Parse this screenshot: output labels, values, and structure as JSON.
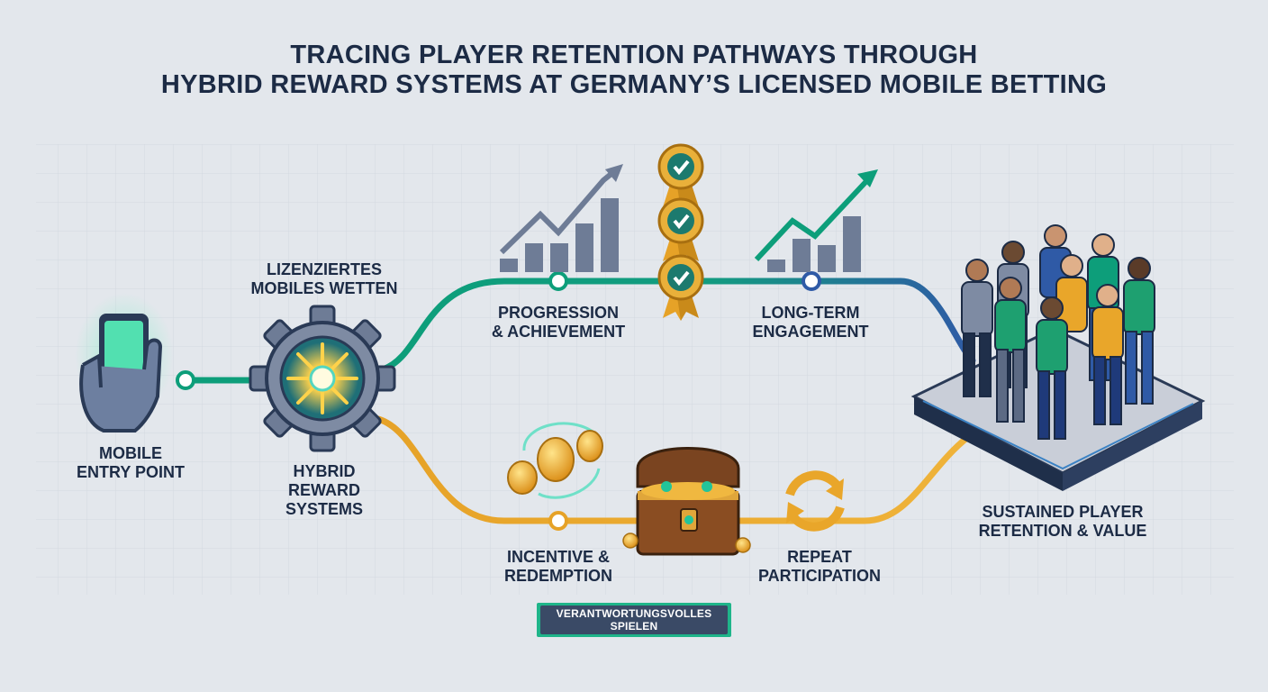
{
  "title": {
    "line1": "TRACING PLAYER RETENTION PATHWAYS THROUGH",
    "line2": "HYBRID REWARD SYSTEMS AT GERMANY’S LICENSED MOBILE BETTING"
  },
  "nodes": {
    "mobile_entry": {
      "line1": "MOBILE",
      "line2": "ENTRY POINT"
    },
    "licensed": {
      "line1": "LIZENZIERTES",
      "line2": "MOBILES WETTEN"
    },
    "hybrid": {
      "line1": "HYBRID",
      "line2": "REWARD",
      "line3": "SYSTEMS"
    },
    "progression": {
      "line1": "PROGRESSION",
      "line2": "& ACHIEVEMENT"
    },
    "long_term": {
      "line1": "LONG-TERM",
      "line2": "ENGAGEMENT"
    },
    "incentive": {
      "line1": "INCENTIVE &",
      "line2": "REDEMPTION"
    },
    "repeat": {
      "line1": "REPEAT",
      "line2": "PARTICIPATION"
    },
    "sustained": {
      "line1": "SUSTAINED PLAYER",
      "line2": "RETENTION & VALUE"
    }
  },
  "badge": {
    "line1": "VERANTWORTUNGSVOLLES",
    "line2": "SPIELEN"
  },
  "colors": {
    "navy": "#1c2b45",
    "teal": "#0d9e7a",
    "blue_path": "#2f5aa6",
    "gold": "#e9a62a",
    "background": "#e3e7ec"
  }
}
